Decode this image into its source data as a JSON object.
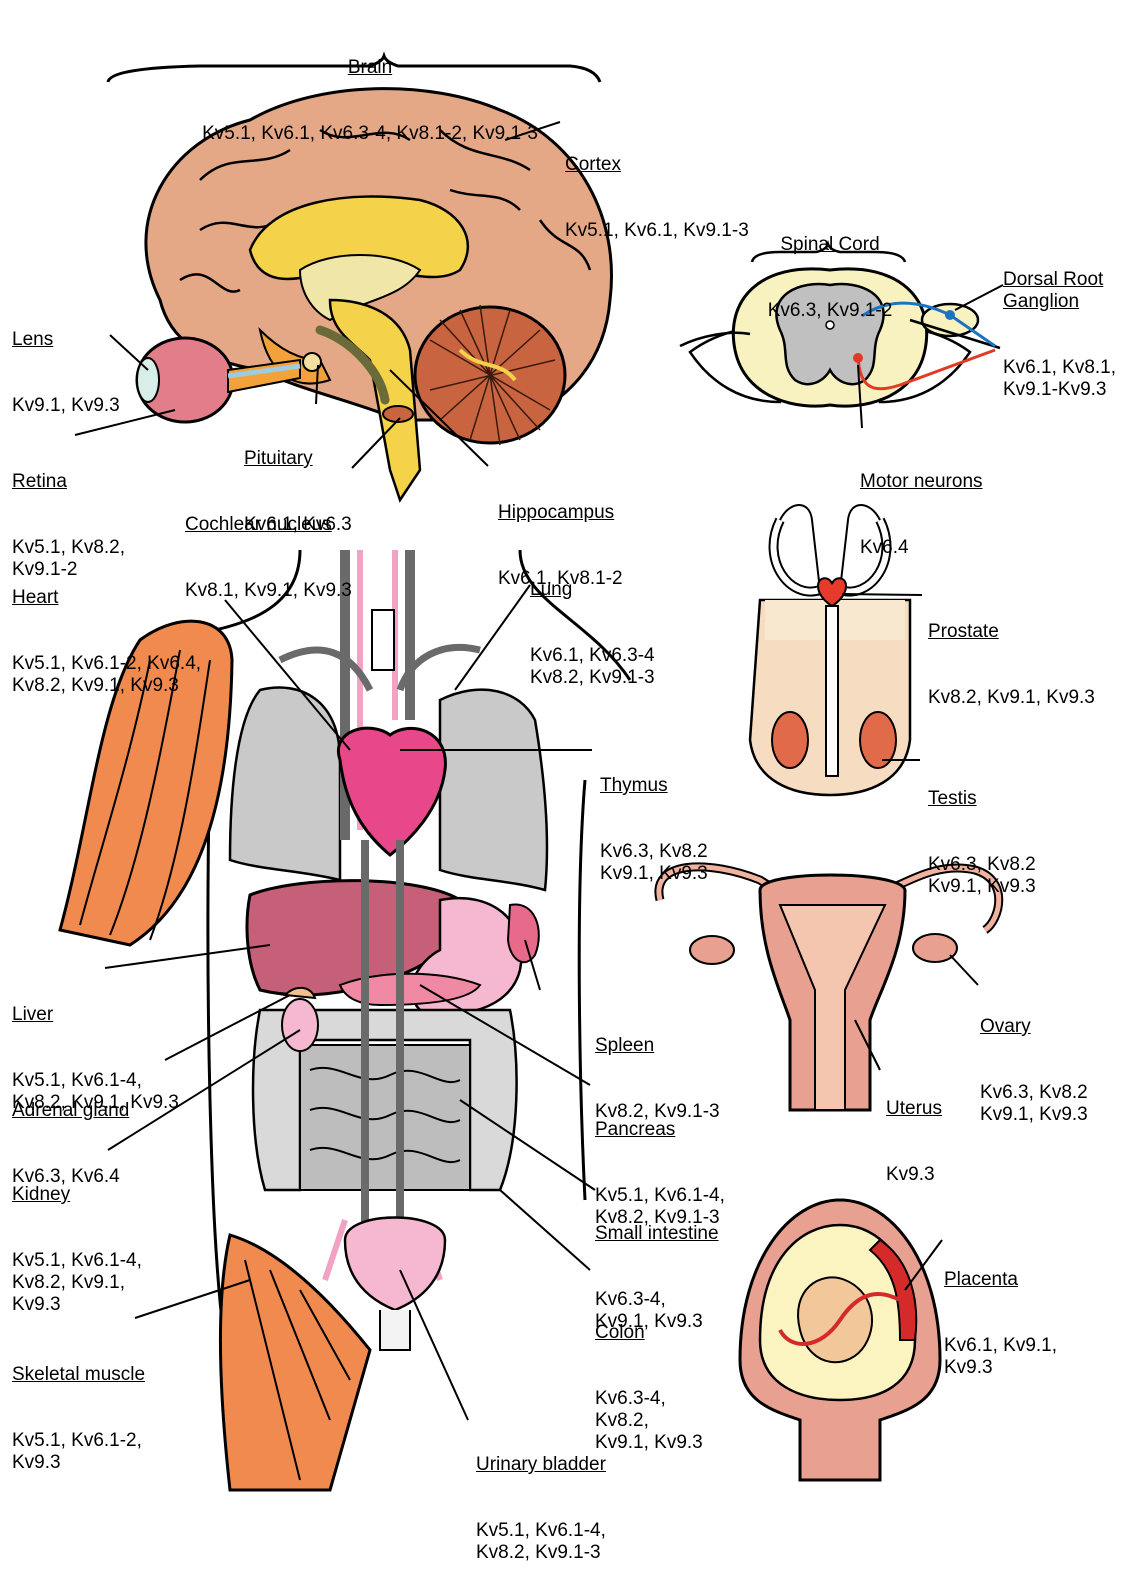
{
  "labels": {
    "brain": {
      "title": "Brain",
      "values": "Kv5.1, Kv6.1, Kv6.3-4, Kv8.1-2, Kv9.1-3"
    },
    "cortex": {
      "title": "Cortex",
      "values": "Kv5.1, Kv6.1, Kv9.1-3"
    },
    "spinal_cord": {
      "title": "Spinal Cord",
      "values": "Kv6.3, Kv9.1-2"
    },
    "drg": {
      "title": "Dorsal Root\nGanglion",
      "values": "Kv6.1, Kv8.1,\nKv9.1-Kv9.3"
    },
    "lens": {
      "title": "Lens",
      "values": "Kv9.1, Kv9.3"
    },
    "pituitary": {
      "title": "Pituitary",
      "values": "Kv6.1, Kv6.3"
    },
    "retina": {
      "title": "Retina",
      "values": "Kv5.1, Kv8.2,\nKv9.1-2"
    },
    "motor_neurons": {
      "title": "Motor neurons",
      "values": "Kv6.4"
    },
    "hippocampus": {
      "title": "Hippocampus",
      "values": "Kv6.1, Kv8.1-2"
    },
    "cochlear_nucleus": {
      "title": "Cochlear nucleus",
      "values": "Kv8.1, Kv9.1, Kv9.3"
    },
    "heart": {
      "title": "Heart",
      "values": "Kv5.1, Kv6.1-2, Kv6.4,\nKv8.2, Kv9.1, Kv9.3"
    },
    "lung": {
      "title": "Lung",
      "values": "Kv6.1, Kv6.3-4\nKv8.2, Kv9.1-3"
    },
    "prostate": {
      "title": "Prostate",
      "values": "Kv8.2, Kv9.1, Kv9.3"
    },
    "thymus": {
      "title": "Thymus",
      "values": "Kv6.3, Kv8.2\nKv9.1, Kv9.3"
    },
    "testis": {
      "title": "Testis",
      "values": "Kv6.3, Kv8.2\nKv9.1, Kv9.3"
    },
    "liver": {
      "title": "Liver",
      "values": "Kv5.1, Kv6.1-4,\nKv8.2, Kv9.1, Kv9.3"
    },
    "spleen": {
      "title": "Spleen",
      "values": "Kv8.2, Kv9.1-3"
    },
    "ovary": {
      "title": "Ovary",
      "values": "Kv6.3, Kv8.2\nKv9.1, Kv9.3"
    },
    "adrenal": {
      "title": "Adrenal gland",
      "values": "Kv6.3, Kv6.4"
    },
    "pancreas": {
      "title": "Pancreas",
      "values": "Kv5.1, Kv6.1-4,\nKv8.2, Kv9.1-3"
    },
    "uterus": {
      "title": "Uterus",
      "values": "Kv9.3"
    },
    "kidney": {
      "title": "Kidney",
      "values": "Kv5.1, Kv6.1-4,\nKv8.2, Kv9.1,\nKv9.3"
    },
    "small_intestine": {
      "title": "Small intestine",
      "values": "Kv6.3-4,\nKv9.1, Kv9.3"
    },
    "placenta": {
      "title": "Placenta",
      "values": "Kv6.1, Kv9.1,\nKv9.3"
    },
    "colon": {
      "title": "Colon",
      "values": "Kv6.3-4,\nKv8.2,\nKv9.1, Kv9.3"
    },
    "skeletal_muscle": {
      "title": "Skeletal muscle",
      "values": "Kv5.1, Kv6.1-2,\nKv9.3"
    },
    "urinary_bladder": {
      "title": "Urinary bladder",
      "values": "Kv5.1, Kv6.1-4,\nKv8.2, Kv9.1-3"
    }
  },
  "colors": {
    "brain_cortex": "#e4a887",
    "brain_inner": "#f4d24a",
    "cerebellum": "#c8643f",
    "eye": "#e27d8a",
    "liver": "#c65f78",
    "heart": "#e8478a",
    "lung": "#c9c9c9",
    "muscle": "#f08a4e",
    "testis": "#e06a4a",
    "uterus": "#e8a090",
    "prostate": "#e63a2a",
    "fetus": "#f2c89a",
    "nerve_blue": "#1b74c0",
    "nerve_red": "#e03b25"
  }
}
